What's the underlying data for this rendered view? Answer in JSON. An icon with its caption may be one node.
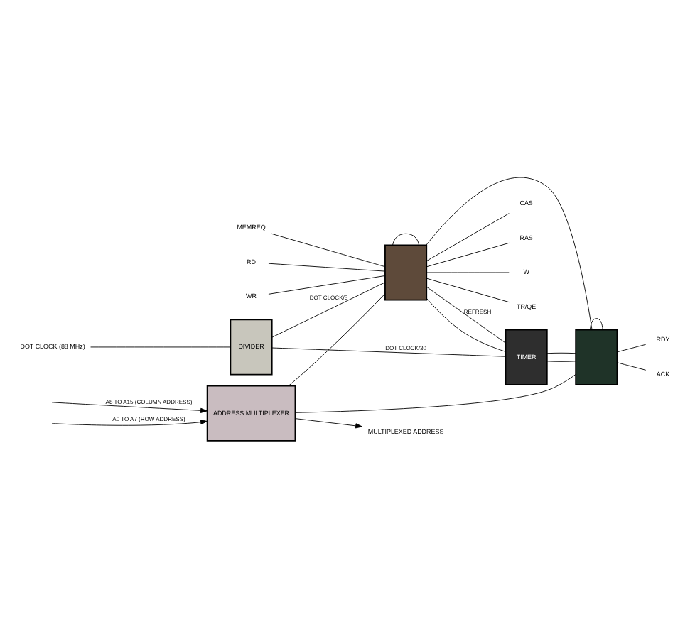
{
  "diagram": {
    "nodes": [
      {
        "text": [
          "ADDRESS MULTIPLEXER"
        ]
      },
      {
        "text": [
          "DIVIDER"
        ]
      },
      {
        "text": [],
        "shape": "box"
      },
      {
        "text": [
          "TIMER"
        ]
      },
      {
        "text": [],
        "shape": "box"
      },
      {
        "text": [
          "MULTIPLEXED ADDRESS"
        ]
      },
      {
        "text": [
          "DOT CLOCK (88 MHz)"
        ]
      },
      {
        "text": [
          "MEMREQ"
        ]
      },
      {
        "text": [
          "RD"
        ]
      },
      {
        "text": [
          "WR"
        ]
      },
      {
        "text": [
          "RAS"
        ]
      },
      {
        "text": [
          "CAS"
        ]
      },
      {
        "text": [
          "TR/QE"
        ]
      },
      {
        "text": [
          "W"
        ]
      },
      {
        "text": [
          "RDY"
        ]
      },
      {
        "text": [
          "ACK"
        ]
      }
    ],
    "edges": [
      {
        "from": null,
        "to": 0,
        "arrow": "to",
        "label": "A0 TO A7 (ROW ADDRESS)"
      },
      {
        "from": null,
        "to": 0,
        "arrow": "to",
        "label": "A8 TO A15 (COLUMN ADDRESS)"
      },
      {
        "from": 0,
        "to": 5,
        "arrow": "to"
      },
      {
        "from": 6,
        "to": 1,
        "arrow": "none"
      },
      {
        "from": 1,
        "to": 2,
        "arrow": "none",
        "label": "DOT CLOCK/5"
      },
      {
        "from": 0,
        "to": 2,
        "arrow": "none"
      },
      {
        "from": 0,
        "to": 4,
        "arrow": "none"
      },
      {
        "from": 7,
        "to": 2,
        "arrow": "none"
      },
      {
        "from": 8,
        "to": 2,
        "arrow": "none"
      },
      {
        "from": 9,
        "to": 2,
        "arrow": "none"
      },
      {
        "from": 2,
        "to": 10,
        "arrow": "none"
      },
      {
        "from": 2,
        "to": 11,
        "arrow": "none"
      },
      {
        "from": 2,
        "to": 12,
        "arrow": "none"
      },
      {
        "from": 2,
        "to": 13,
        "arrow": "none"
      },
      {
        "from": 1,
        "to": 3,
        "arrow": "none",
        "label": "DOT CLOCK/30"
      },
      {
        "from": 2,
        "to": 3,
        "arrow": "none",
        "label": "REFRESH"
      },
      {
        "from": 2,
        "to": 3,
        "arrow": "none"
      },
      {
        "from": 2,
        "to": 4,
        "arrow": "none"
      },
      {
        "from": 2,
        "to": 2,
        "arrow": "none"
      },
      {
        "from": 4,
        "to": 4,
        "arrow": "none"
      },
      {
        "from": 3,
        "to": 4,
        "arrow": "none"
      },
      {
        "from": 3,
        "to": 4,
        "arrow": "none"
      },
      {
        "from": 4,
        "to": 14,
        "arrow": "none"
      },
      {
        "from": 4,
        "to": 15,
        "arrow": "none"
      }
    ]
  }
}
